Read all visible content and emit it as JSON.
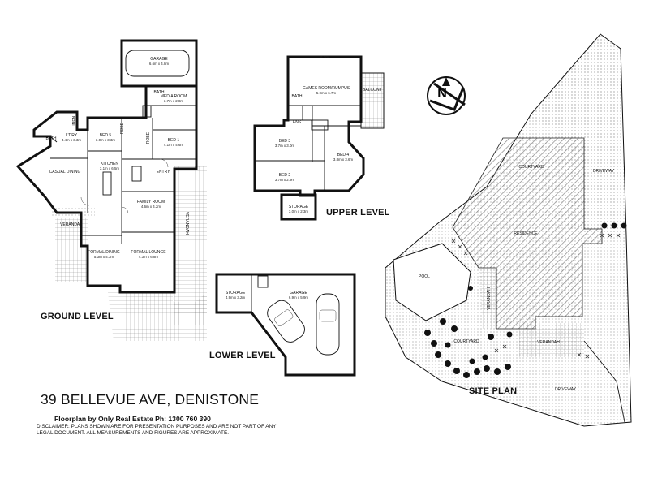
{
  "title": {
    "address": "39 BELLEVUE AVE, DENISTONE"
  },
  "credit": "Floorplan by Only Real Estate Ph: 1300 760 390",
  "disclaimer": "DISCLAIMER:  PLANS SHOWN ARE FOR PRESENTATION PURPOSES AND ARE NOT PART OF ANY LEGAL DOCUMENT. ALL MEASUREMENTS AND FIGURES ARE APPROXIMATE.",
  "levels": {
    "ground": "GROUND LEVEL",
    "upper": "UPPER LEVEL",
    "lower": "LOWER LEVEL",
    "site": "SITE PLAN"
  },
  "compass": {
    "north": "N"
  },
  "ground_rooms": {
    "garage": {
      "name": "GARAGE",
      "size": "6.6m x 4.8m"
    },
    "media": {
      "name": "MEDIA ROOM",
      "size": "3.7m x 2.8m"
    },
    "bath_top": "BATH",
    "bath_left": "BATH",
    "linen": "LINEN",
    "robe1": "ROBE",
    "robe2": "ROBE",
    "bed1": {
      "name": "BED 1",
      "size": "4.1m x 4.6m"
    },
    "bed5": {
      "name": "BED 5",
      "size": "3.0m x 3.3m"
    },
    "ldry": {
      "name": "L'DRY",
      "size": "3.4m x 3.3m"
    },
    "casual": "CASUAL DINING",
    "kitchen": {
      "name": "KITCHEN",
      "size": "3.1m x 6.5m"
    },
    "entry": "ENTRY",
    "family": {
      "name": "FAMILY ROOM",
      "size": "4.6m x 4.2m"
    },
    "formal_dining": {
      "name": "FORMAL DINING",
      "size": "5.3m x 4.3m"
    },
    "formal_lounge": {
      "name": "FORMAL LOUNGE",
      "size": "4.3m x 6.8m"
    },
    "verandah_bl": "VERANDAH",
    "verandah_r": "VERANDAH"
  },
  "upper_rooms": {
    "dim": "6.7m",
    "games": {
      "name": "GAMES ROOM/RUMPUS",
      "size": "5.9m x 6.7m"
    },
    "balcony": "BALCONY",
    "bath": "BATH",
    "ens": "ENS",
    "bed3": {
      "name": "BED 3",
      "size": "3.7m x 3.0m"
    },
    "bed4": {
      "name": "BED 4",
      "size": "3.8m x 3.6m"
    },
    "bed2": {
      "name": "BED 2",
      "size": "3.7m x 2.9m"
    },
    "storage": {
      "name": "STORAGE",
      "size": "3.0m x 2.3m"
    }
  },
  "lower_rooms": {
    "storage": {
      "name": "STORAGE",
      "size": "4.9m x 3.2m"
    },
    "garage": {
      "name": "GARAGE",
      "size": "6.9m x 5.9m"
    }
  },
  "site_labels": {
    "driveway_top": "DRIVEWAY",
    "courtyard_top": "COURTYARD",
    "residence": "RESIDENCE",
    "pool": "POOL",
    "verandah_v": "VERANDAH",
    "courtyard_bottom": "COURTYARD",
    "verandah_bottom": "VERANDAH",
    "driveway_bottom": "DRIVEWAY"
  }
}
